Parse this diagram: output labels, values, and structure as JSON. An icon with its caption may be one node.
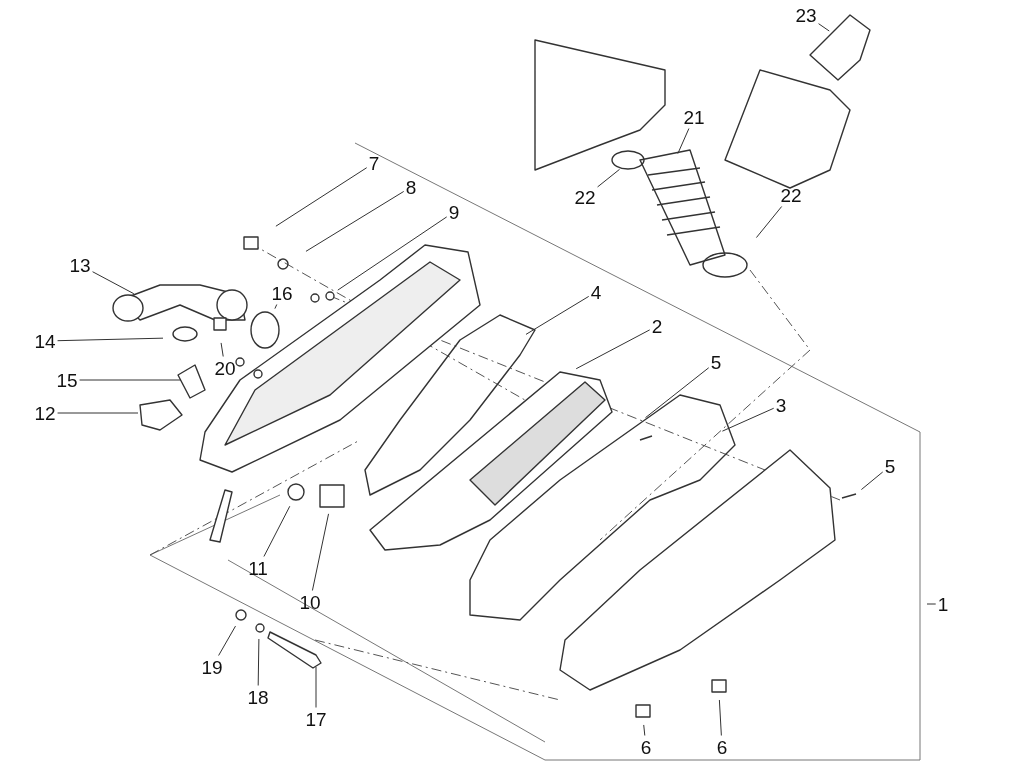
{
  "diagram": {
    "nodes": [
      {
        "text": [
          "23"
        ]
      },
      {
        "text": [
          "21"
        ]
      },
      {
        "text": [
          "7"
        ]
      },
      {
        "text": [
          "22"
        ]
      },
      {
        "text": [
          "22"
        ]
      },
      {
        "text": [
          "8"
        ]
      },
      {
        "text": [
          "9"
        ]
      },
      {
        "text": [
          "13"
        ]
      },
      {
        "text": [
          "16"
        ]
      },
      {
        "text": [
          "4"
        ]
      },
      {
        "text": [
          "2"
        ]
      },
      {
        "text": [
          "14"
        ]
      },
      {
        "text": [
          "5"
        ]
      },
      {
        "text": [
          "15"
        ]
      },
      {
        "text": [
          "20"
        ]
      },
      {
        "text": [
          "3"
        ]
      },
      {
        "text": [
          "12"
        ]
      },
      {
        "text": [
          "5"
        ]
      },
      {
        "text": [
          "11"
        ]
      },
      {
        "text": [
          "10"
        ]
      },
      {
        "text": [
          "1"
        ]
      },
      {
        "text": [
          "19"
        ]
      },
      {
        "text": [
          "18"
        ]
      },
      {
        "text": [
          "17"
        ]
      },
      {
        "text": [
          "6"
        ]
      },
      {
        "text": [
          "6"
        ]
      }
    ],
    "edges": [
      {
        "from": 0,
        "to": null,
        "arrow": "none"
      },
      {
        "from": 1,
        "to": null,
        "arrow": "none"
      },
      {
        "from": 2,
        "to": null,
        "arrow": "none"
      },
      {
        "from": 3,
        "to": null,
        "arrow": "none"
      },
      {
        "from": 4,
        "to": null,
        "arrow": "none"
      },
      {
        "from": 5,
        "to": null,
        "arrow": "none"
      },
      {
        "from": 6,
        "to": null,
        "arrow": "none"
      },
      {
        "from": 7,
        "to": null,
        "arrow": "none"
      },
      {
        "from": 8,
        "to": null,
        "arrow": "none"
      },
      {
        "from": 9,
        "to": null,
        "arrow": "none"
      },
      {
        "from": 10,
        "to": null,
        "arrow": "none"
      },
      {
        "from": 11,
        "to": null,
        "arrow": "none"
      },
      {
        "from": 12,
        "to": null,
        "arrow": "none"
      },
      {
        "from": 13,
        "to": null,
        "arrow": "none"
      },
      {
        "from": 14,
        "to": null,
        "arrow": "none"
      },
      {
        "from": 15,
        "to": null,
        "arrow": "none"
      },
      {
        "from": 16,
        "to": null,
        "arrow": "none"
      },
      {
        "from": 17,
        "to": null,
        "arrow": "none"
      },
      {
        "from": 18,
        "to": null,
        "arrow": "none"
      },
      {
        "from": 19,
        "to": null,
        "arrow": "none"
      },
      {
        "from": 20,
        "to": null,
        "arrow": "none"
      },
      {
        "from": 21,
        "to": null,
        "arrow": "none"
      },
      {
        "from": 22,
        "to": null,
        "arrow": "none"
      },
      {
        "from": 23,
        "to": null,
        "arrow": "none"
      },
      {
        "from": 24,
        "to": null,
        "arrow": "none"
      },
      {
        "from": 25,
        "to": null,
        "arrow": "none"
      }
    ]
  }
}
